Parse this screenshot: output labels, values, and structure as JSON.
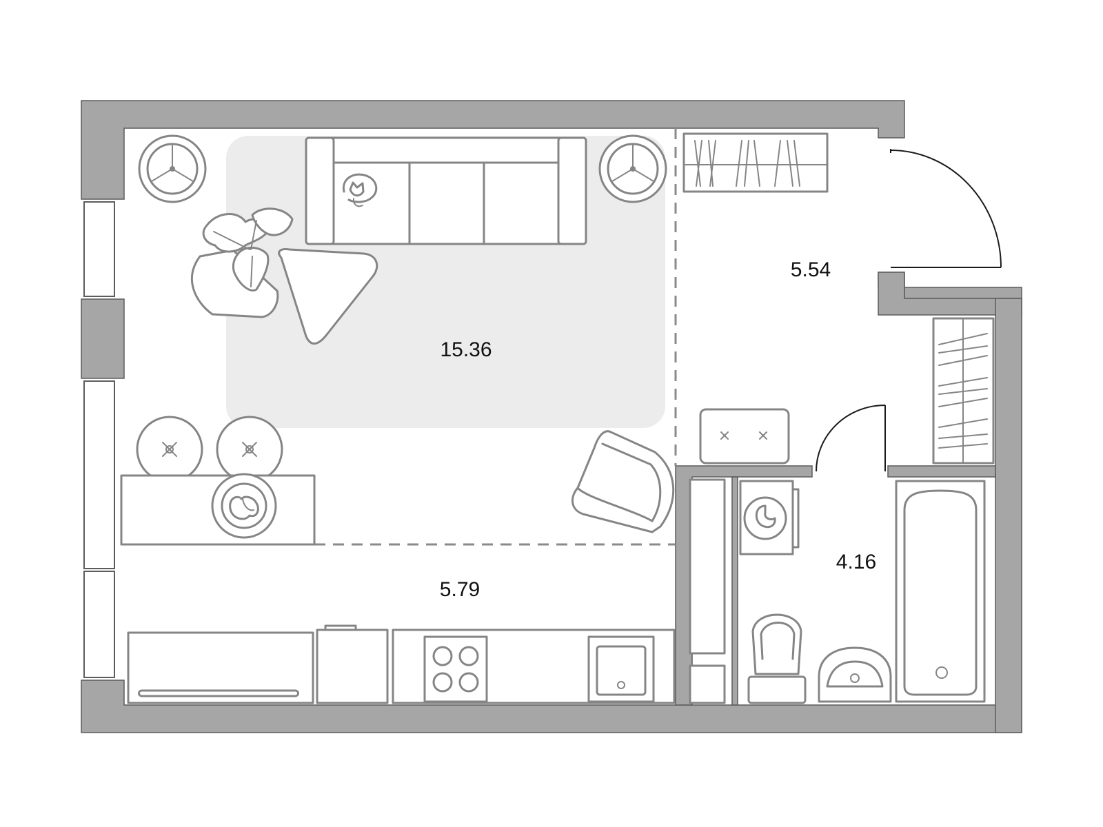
{
  "rooms": [
    {
      "id": "living-room",
      "area": "15.36"
    },
    {
      "id": "hallway",
      "area": "5.54"
    },
    {
      "id": "kitchen",
      "area": "5.79"
    },
    {
      "id": "bathroom",
      "area": "4.16"
    }
  ],
  "colors": {
    "wall": "#a6a6a6",
    "furniture_line": "#858585",
    "rug": "#ececec",
    "text": "#111111"
  },
  "icons": [
    "sofa-icon",
    "cat-icon",
    "plant-icon",
    "armchair-icon",
    "stove-icon",
    "sink-icon",
    "toilet-icon",
    "bathtub-icon",
    "washing-machine-icon",
    "wardrobe-icon"
  ]
}
